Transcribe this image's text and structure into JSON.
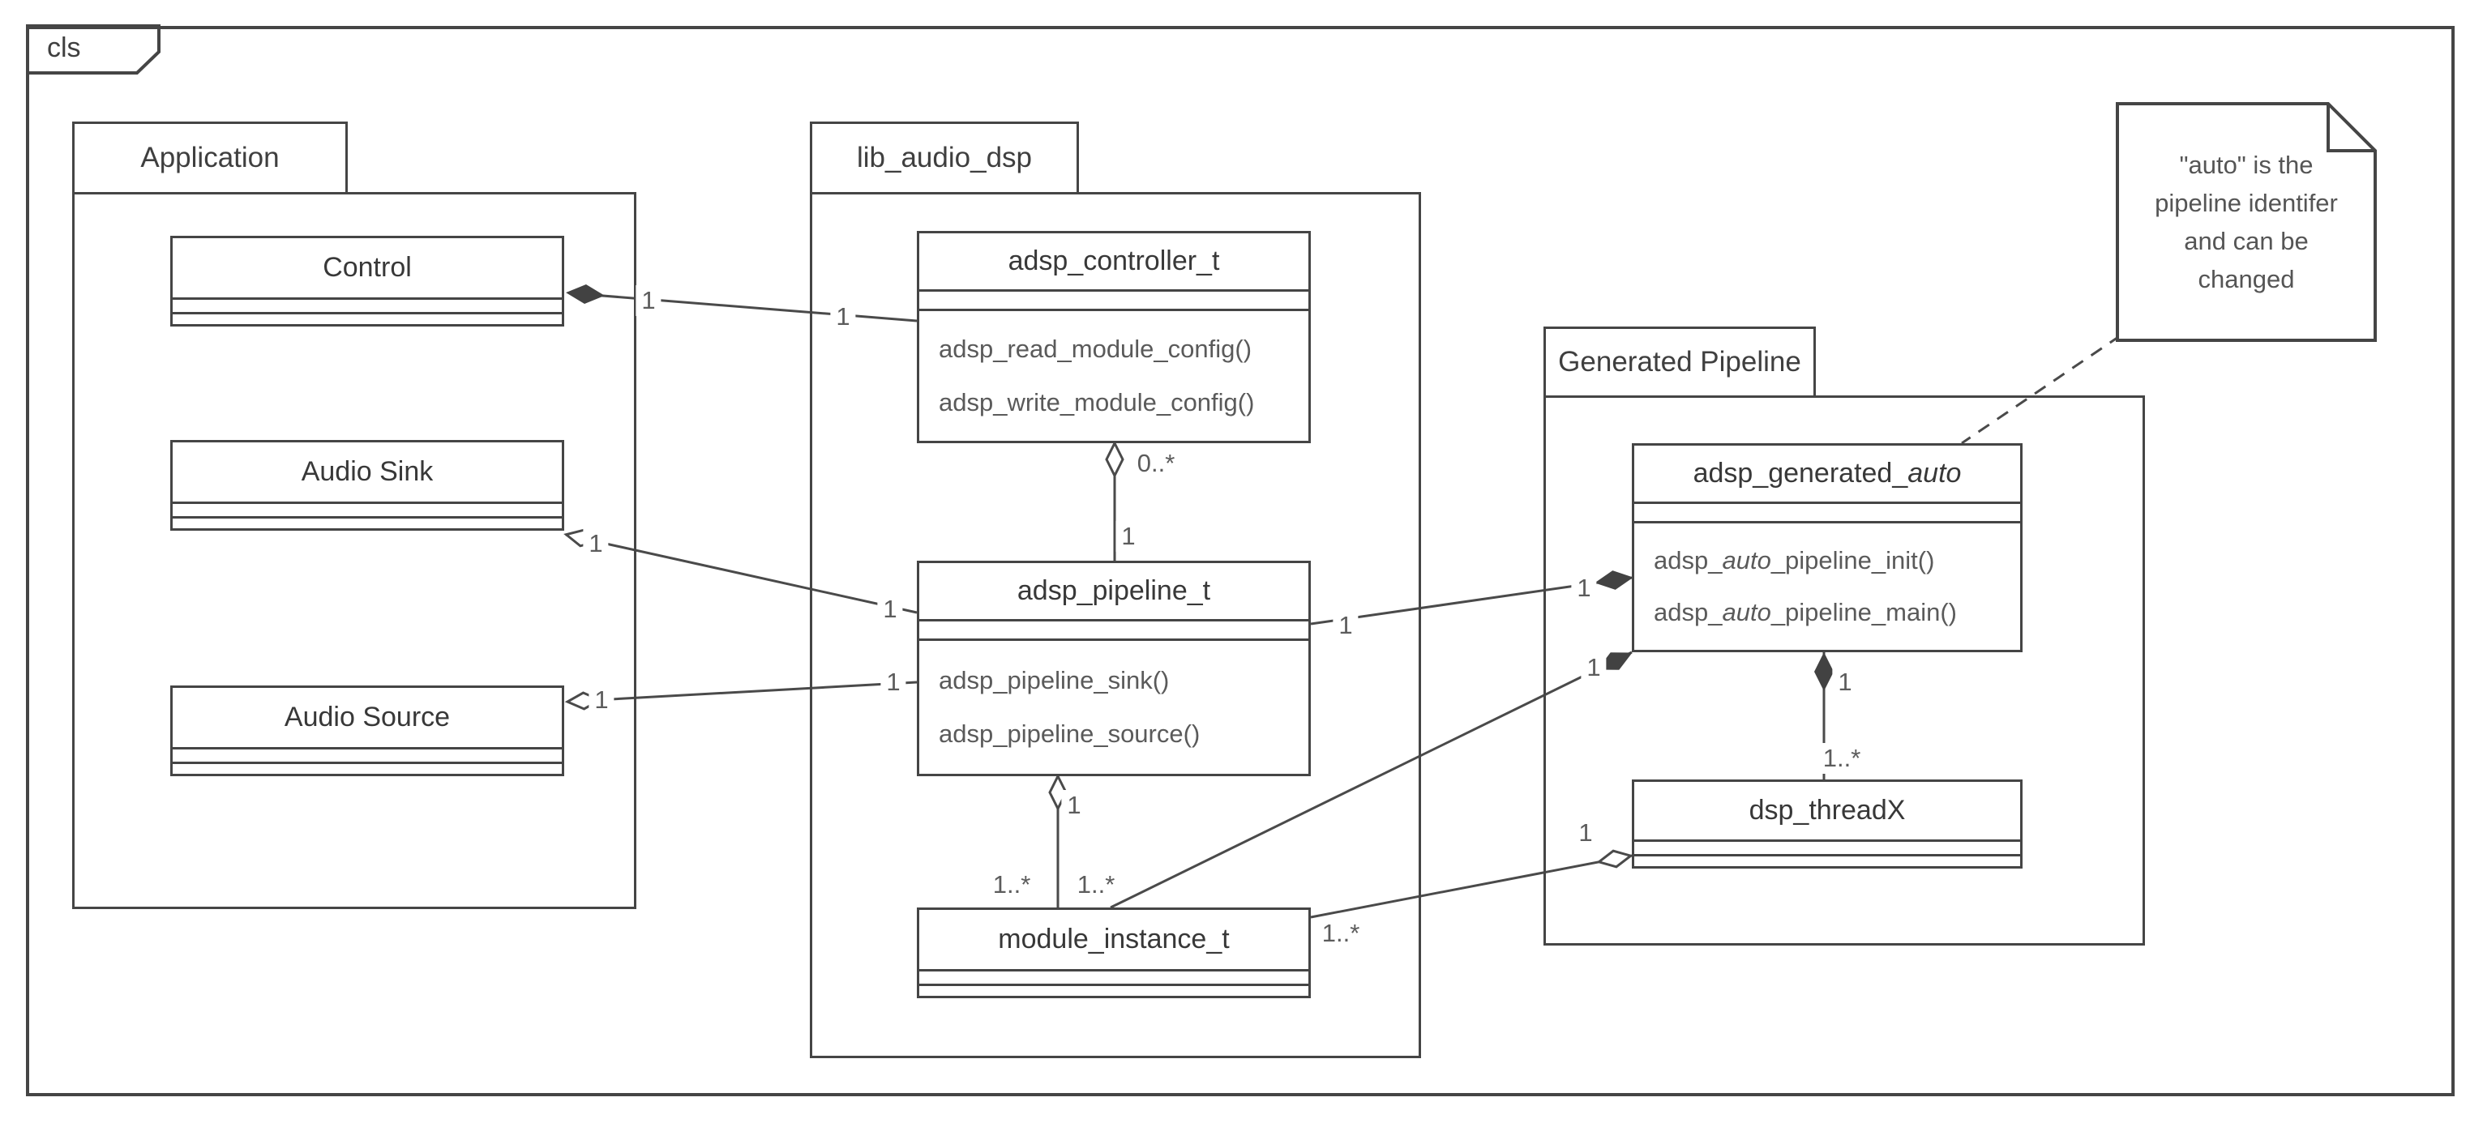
{
  "frame": {
    "label": "cls"
  },
  "packages": {
    "application": {
      "title": "Application"
    },
    "lib_audio_dsp": {
      "title": "lib_audio_dsp"
    },
    "generated_pipeline": {
      "title": "Generated Pipeline"
    }
  },
  "classes": {
    "control": {
      "title": {
        "pre": "Control",
        "italic": "",
        "post": ""
      },
      "methods": []
    },
    "audio_sink": {
      "title": {
        "pre": "Audio Sink",
        "italic": "",
        "post": ""
      },
      "methods": []
    },
    "audio_source": {
      "title": {
        "pre": "Audio Source",
        "italic": "",
        "post": ""
      },
      "methods": []
    },
    "adsp_controller_t": {
      "title": {
        "pre": "adsp_controller_t",
        "italic": "",
        "post": ""
      },
      "methods": [
        {
          "pre": "adsp_read_module_config()",
          "italic": "",
          "post": ""
        },
        {
          "pre": "adsp_write_module_config()",
          "italic": "",
          "post": ""
        }
      ]
    },
    "adsp_pipeline_t": {
      "title": {
        "pre": "adsp_pipeline_t",
        "italic": "",
        "post": ""
      },
      "methods": [
        {
          "pre": "adsp_pipeline_sink()",
          "italic": "",
          "post": ""
        },
        {
          "pre": "adsp_pipeline_source()",
          "italic": "",
          "post": ""
        }
      ]
    },
    "module_instance_t": {
      "title": {
        "pre": "module_instance_t",
        "italic": "",
        "post": ""
      },
      "methods": []
    },
    "adsp_generated_auto": {
      "title": {
        "pre": "adsp_generated_",
        "italic": "auto",
        "post": ""
      },
      "methods": [
        {
          "pre": "adsp_",
          "italic": "auto",
          "post": "_pipeline_init()"
        },
        {
          "pre": "adsp_",
          "italic": "auto",
          "post": "_pipeline_main()"
        }
      ]
    },
    "dsp_threadx": {
      "title": {
        "pre": "dsp_threadX",
        "italic": "",
        "post": ""
      },
      "methods": []
    }
  },
  "note": {
    "lines": [
      "\"auto\" is the",
      "pipeline identifer",
      "and can be",
      "changed"
    ]
  },
  "multiplicities": {
    "control_end": "1",
    "controller_end": "1",
    "sink_end": "1",
    "pipeline_sink_end": "1",
    "source_end": "1",
    "pipeline_source_end": "1",
    "controller_bottom": "0..*",
    "pipeline_top": "1",
    "pipeline_bottom": "1",
    "module_top_left": "1..*",
    "module_top_right": "1..*",
    "generated_corner": "1",
    "pipeline_right": "1",
    "generated_left": "1",
    "module_right": "1..*",
    "threadx_left": "1",
    "generated_bottom": "1",
    "threadx_top": "1..*"
  }
}
